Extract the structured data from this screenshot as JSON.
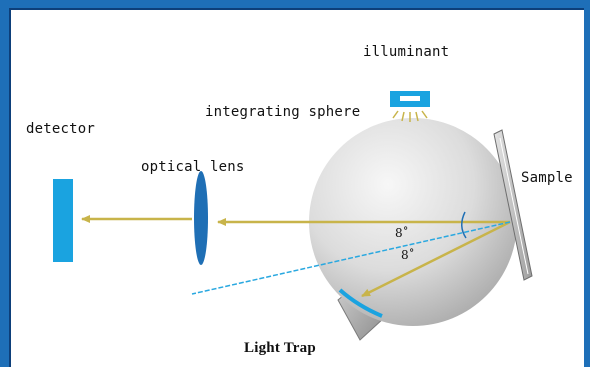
{
  "labels": {
    "illuminant": "illuminant",
    "integrating_sphere": "integrating sphere",
    "detector": "detector",
    "optical_lens": "optical lens",
    "sample": "Sample",
    "light_trap": "Light Trap",
    "angle_upper": "8˚",
    "angle_lower": "8˚"
  },
  "colors": {
    "frame": "#1e6fb8",
    "detector": "#1aa3e0",
    "lens": "#1f6fb5",
    "beam": "#c8b44a",
    "specular_line": "#29a8e0",
    "sphere_light": "#f2f2f2",
    "sphere_dark": "#b9b9b9"
  }
}
